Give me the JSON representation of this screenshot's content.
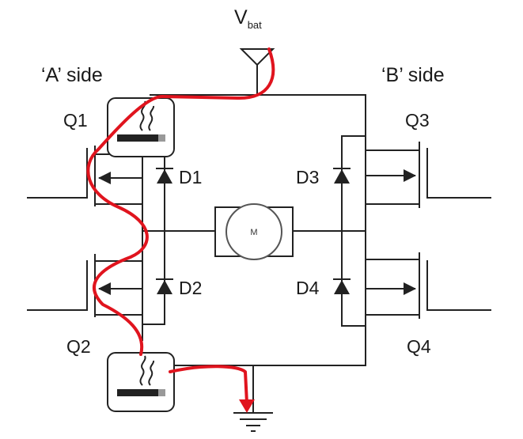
{
  "title": "",
  "supply": {
    "label": "V",
    "subscript": "bat"
  },
  "sides": {
    "a": "‘A’ side",
    "b": "‘B’ side"
  },
  "transistors": {
    "q1": "Q1",
    "q2": "Q2",
    "q3": "Q3",
    "q4": "Q4"
  },
  "diodes": {
    "d1": "D1",
    "d2": "D2",
    "d3": "D3",
    "d4": "D4"
  },
  "motor": {
    "label": "M"
  },
  "icons": [
    "smoking-transistor-icon",
    "ground-icon",
    "supply-terminal-icon"
  ],
  "colors": {
    "current_path": "#e0141e",
    "wire": "#222222",
    "background": "#ffffff"
  }
}
